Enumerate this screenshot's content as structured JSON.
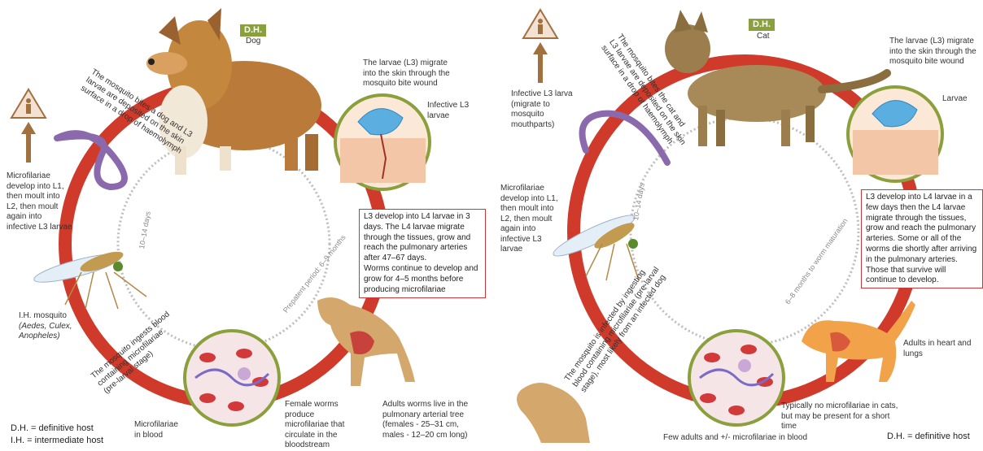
{
  "left": {
    "dh_badge": "D.H.",
    "host_name": "Dog",
    "larvae_skin_text": "The larvae (L3) migrate into the skin through the mosquito bite wound",
    "infective_label": "Infective L3 larvae",
    "box_text_1": "L3 develop into L4 larvae in 3 days. The L4 larvae migrate through the tissues, grow and reach the pulmonary arteries after 47–67 days.",
    "box_text_2": "Worms continue to develop and grow for 4–5 months before producing microfilariae",
    "mosquito_bite_text_1": "The mosquito bites a dog and L3",
    "mosquito_bite_text_2": "larvae are deposited on the skin",
    "mosquito_bite_text_3": "surface in a drop of haemolymph",
    "microfilariae_develop": "Microfilariae develop into L1, then moult into L2, then moult again into infective L3 larvae",
    "days_label": "10–14 days",
    "prepatent_label": "Prepatent period: 6–9 months",
    "ih_mosquito": "I.H. mosquito",
    "ih_species": "(Aedes, Culex, Anopheles)",
    "ingests_1": "The mosquito ingests blood",
    "ingests_2": "containing microfilariae",
    "ingests_3": "(pre-larval stage)",
    "microfilariae_blood": "Microfilariae in blood",
    "female_worms": "Female worms produce microfilariae that circulate in the bloodstream",
    "adults_live": "Adults worms live in the pulmonary arterial tree (females - 25–31 cm, males - 12–20 cm long)",
    "legend_dh": "D.H. = definitive host",
    "legend_ih": "I.H. = intermediate host"
  },
  "right": {
    "dh_badge": "D.H.",
    "host_name": "Cat",
    "infective_l3": "Infective L3 larva (migrate to mosquito mouthparts)",
    "bite_1": "The mosquito bites the cat and",
    "bite_2": "L3 larvae are deposited on the skin",
    "bite_3": "surface in a drop of haemolymph",
    "larvae_skin_text": "The larvae (L3) migrate into the skin through the mosquito bite wound",
    "larvae_label": "Larvae",
    "box_text": "L3 develop into L4 larvae in a few days then the L4 larvae migrate through the tissues, grow and reach the pulmonary arteries. Some or all of the worms die shortly after arriving in the pulmonary arteries. Those that survive will continue to develop.",
    "microfilariae_develop": "Microfilariae develop into L1, then moult into L2, then moult again into infective L3 larvae",
    "days_label": "10–14 days",
    "maturation_label": "6–8 months to worm maturation",
    "infected_1": "The mosquito is infected by ingesting",
    "infected_2": "blood containing microfilariae (pre-larval",
    "infected_3": "stage), most likely from an infected dog",
    "adults_heart": "Adults in heart and lungs",
    "no_microfilariae": "Typically no microfilariae in cats, but may be present for a short time",
    "few_adults": "Few adults and +/- microfilariae in blood",
    "legend_dh": "D.H. = definitive host"
  },
  "colors": {
    "cycle_red": "#cf3a2b",
    "badge_green": "#8aa03c",
    "box_border": "#c8373a",
    "human_brown": "#a0703f"
  },
  "icons": [
    "human-warning-icon",
    "up-arrow-icon",
    "dog-icon",
    "cat-icon",
    "mosquito-icon",
    "worm-icon",
    "skin-section-icon",
    "blood-smear-icon",
    "heart-icon"
  ]
}
